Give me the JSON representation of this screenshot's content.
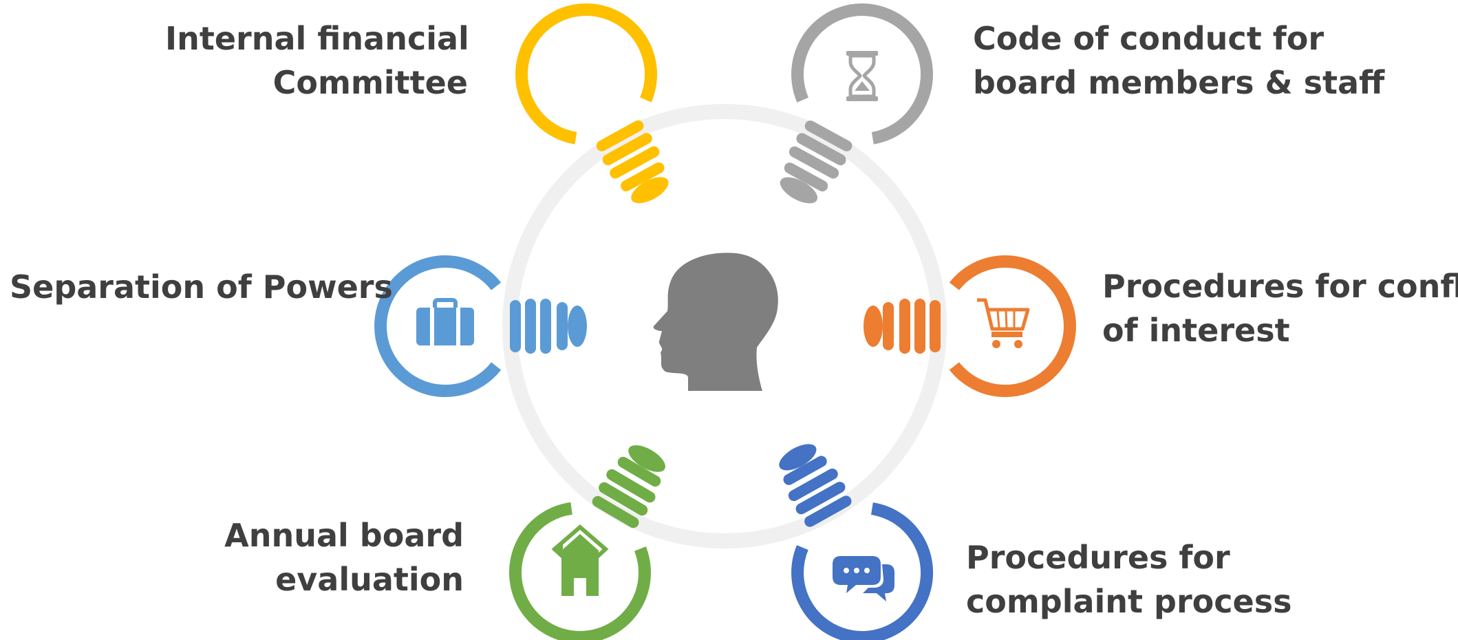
{
  "items": [
    {
      "lines": [
        "Internal financial",
        "Committee"
      ],
      "color": "#FFC000",
      "icon": "none"
    },
    {
      "lines": [
        "Code of conduct for",
        "board members & staff"
      ],
      "color": "#A5A5A5",
      "icon": "hourglass-icon"
    },
    {
      "lines": [
        "Procedures for conflict",
        "of interest"
      ],
      "color": "#ED7D31",
      "icon": "shopping-cart-icon"
    },
    {
      "lines": [
        "Procedures for",
        "complaint process"
      ],
      "color": "#4472C4",
      "icon": "chat-bubbles-icon"
    },
    {
      "lines": [
        "Annual board",
        "evaluation"
      ],
      "color": "#70AD47",
      "icon": "house-icon"
    },
    {
      "lines": [
        "Separation of Powers"
      ],
      "color": "#5B9BD5",
      "icon": "briefcase-icon"
    }
  ],
  "center_icon": "human-head-icon",
  "ring_color": "#F0F0F0",
  "head_color": "#7F7F7F"
}
